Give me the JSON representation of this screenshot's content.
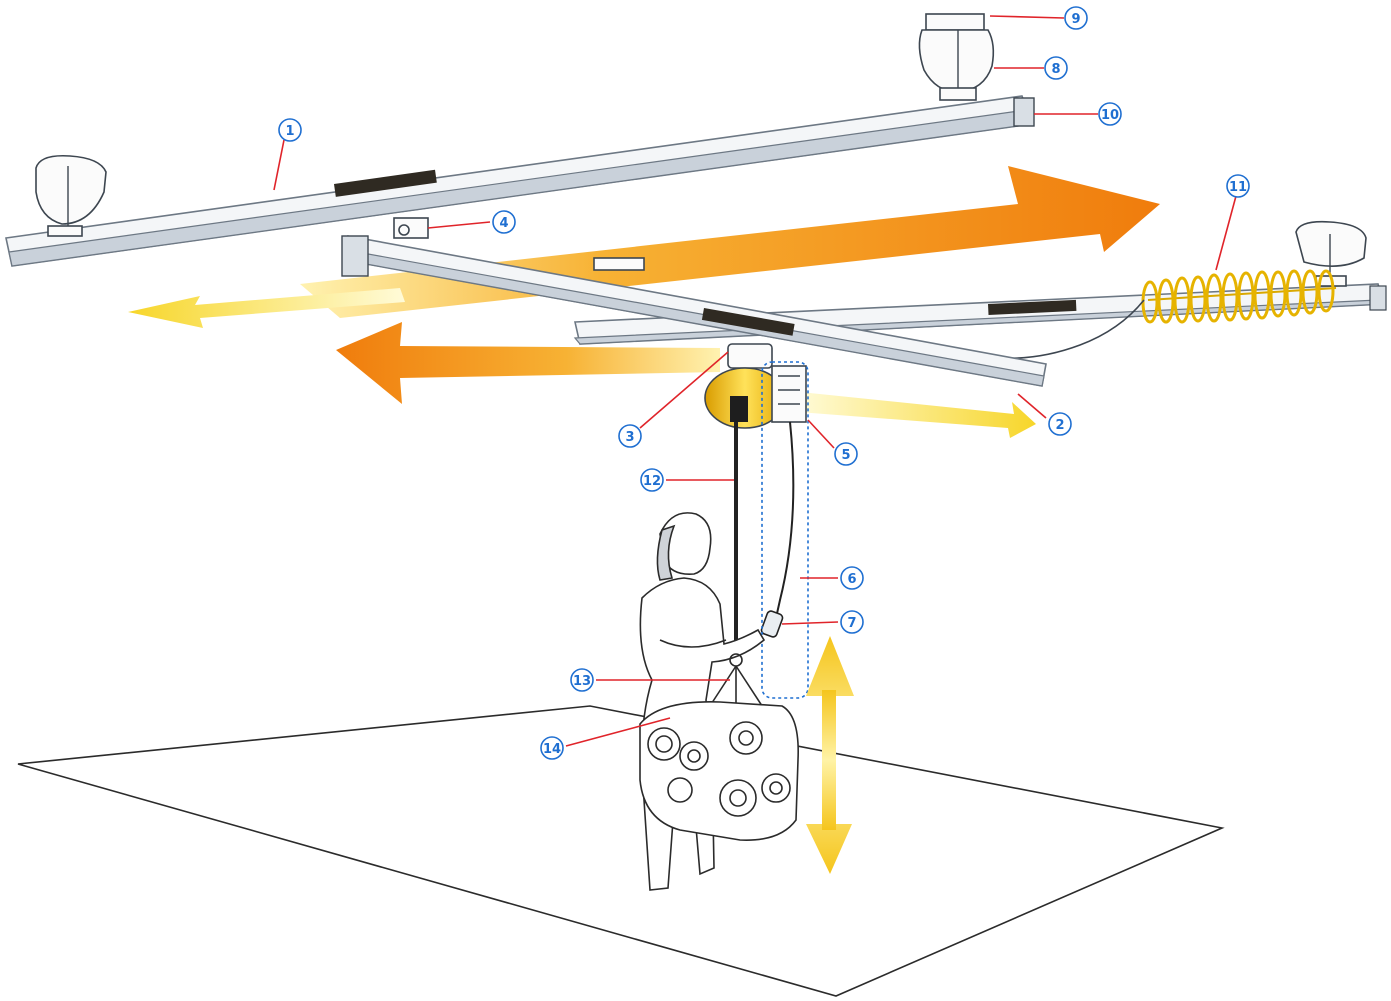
{
  "callouts": [
    {
      "label": "1"
    },
    {
      "label": "2"
    },
    {
      "label": "3"
    },
    {
      "label": "4"
    },
    {
      "label": "5"
    },
    {
      "label": "6"
    },
    {
      "label": "7"
    },
    {
      "label": "8"
    },
    {
      "label": "9"
    },
    {
      "label": "10"
    },
    {
      "label": "11"
    },
    {
      "label": "12"
    },
    {
      "label": "13"
    },
    {
      "label": "14"
    }
  ],
  "colors": {
    "callout_blue": "#1f6fd1",
    "leader_red": "#e0242a",
    "arrow_orange": "#f08a12",
    "arrow_yellow": "#f7d62a",
    "hoist_yellow": "#f3c51a"
  }
}
